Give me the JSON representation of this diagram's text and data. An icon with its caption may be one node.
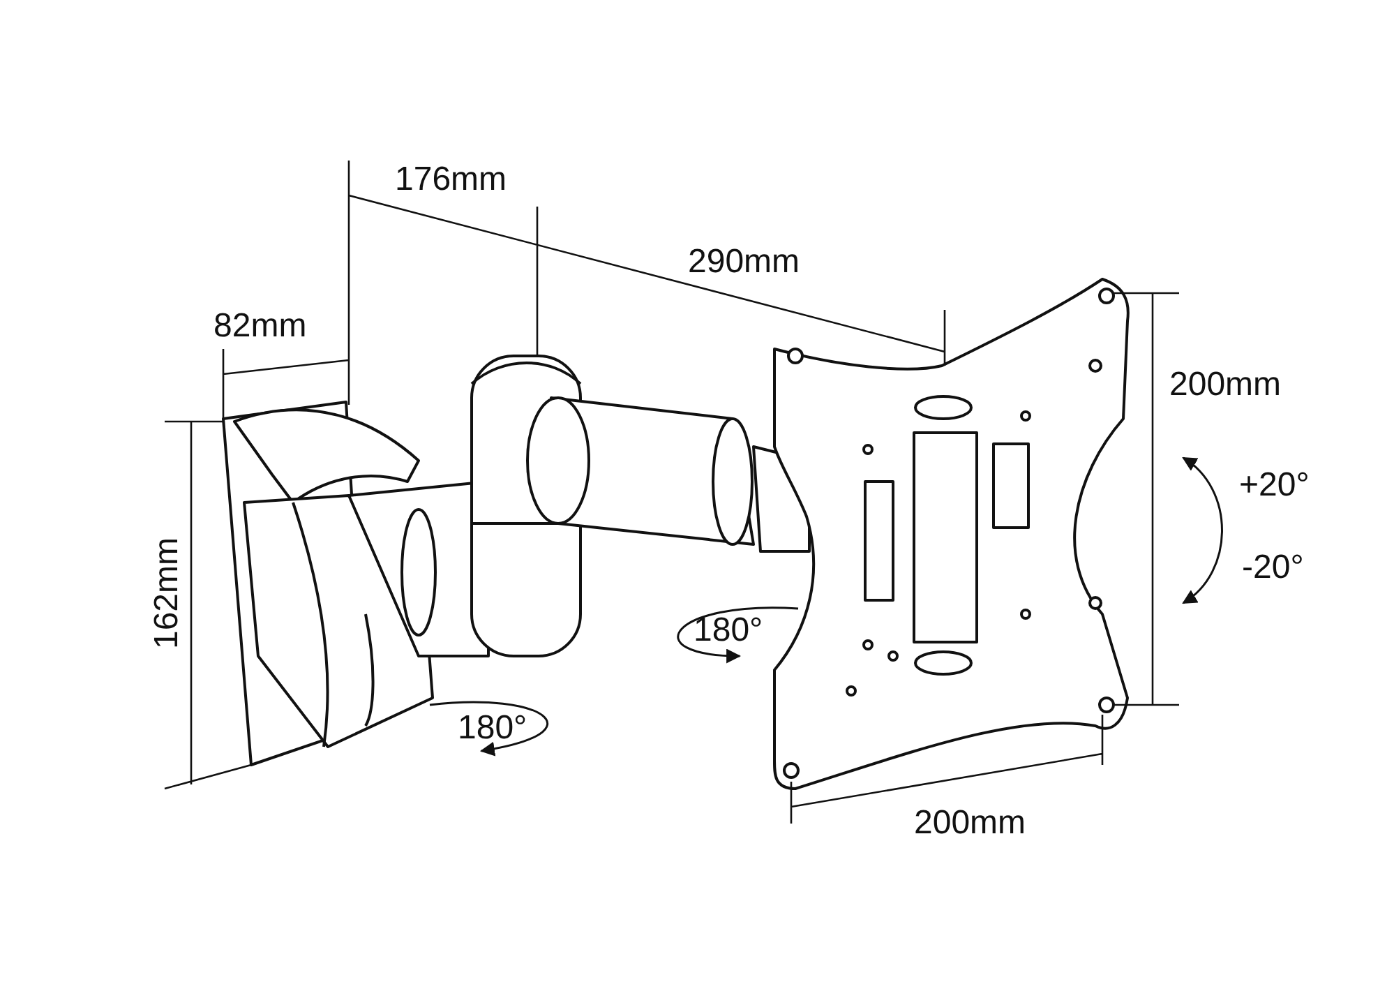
{
  "diagram": {
    "labels": [
      "176mm",
      "290mm",
      "82mm",
      "200mm",
      "+20°",
      "-20°",
      "162mm",
      "180°",
      "180°",
      "200mm"
    ]
  }
}
